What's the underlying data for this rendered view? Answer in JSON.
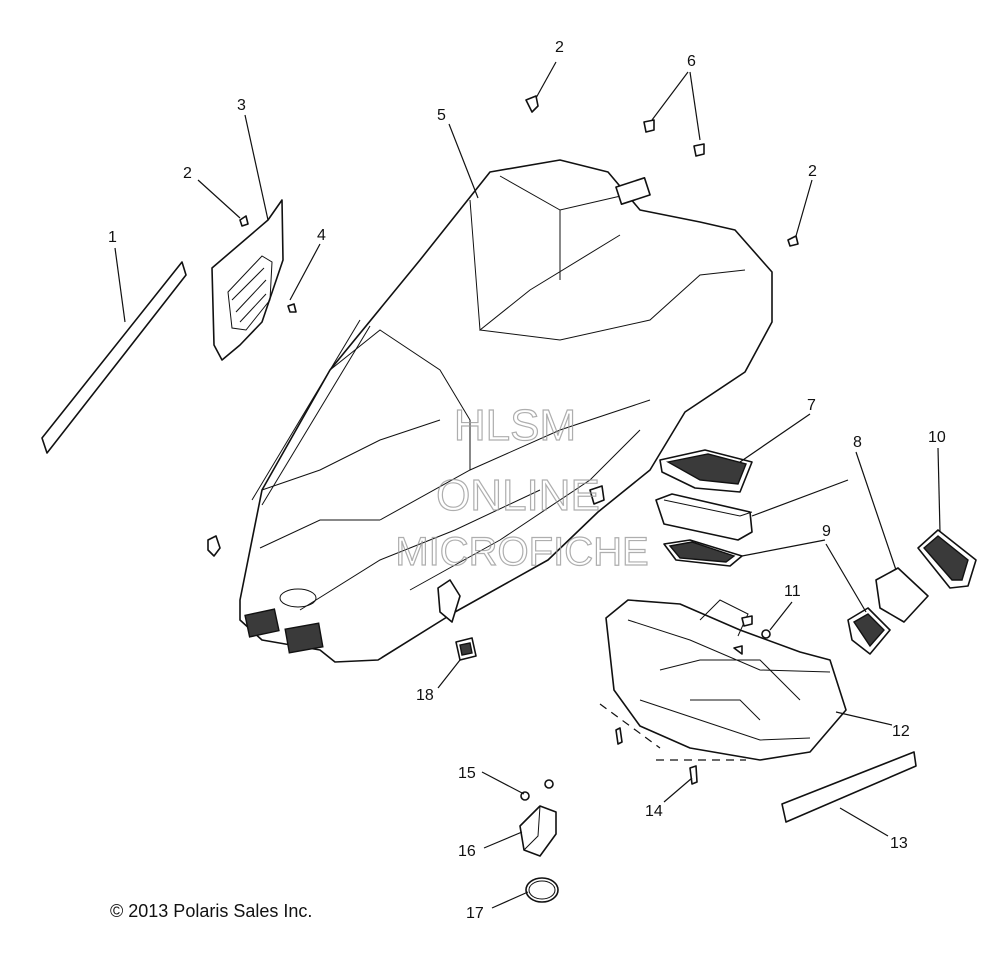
{
  "watermark": {
    "line1": "HLSM",
    "line2": "ONLINE",
    "line3": "MICROFICHE"
  },
  "callouts": {
    "c1": "1",
    "c2a": "2",
    "c2b": "2",
    "c2c": "2",
    "c3": "3",
    "c4": "4",
    "c5": "5",
    "c6": "6",
    "c7": "7",
    "c8": "8",
    "c9": "9",
    "c10": "10",
    "c11": "11",
    "c12": "12",
    "c13": "13",
    "c14": "14",
    "c15": "15",
    "c16": "16",
    "c17": "17",
    "c18": "18"
  },
  "copyright": "© 2013 Polaris Sales Inc."
}
